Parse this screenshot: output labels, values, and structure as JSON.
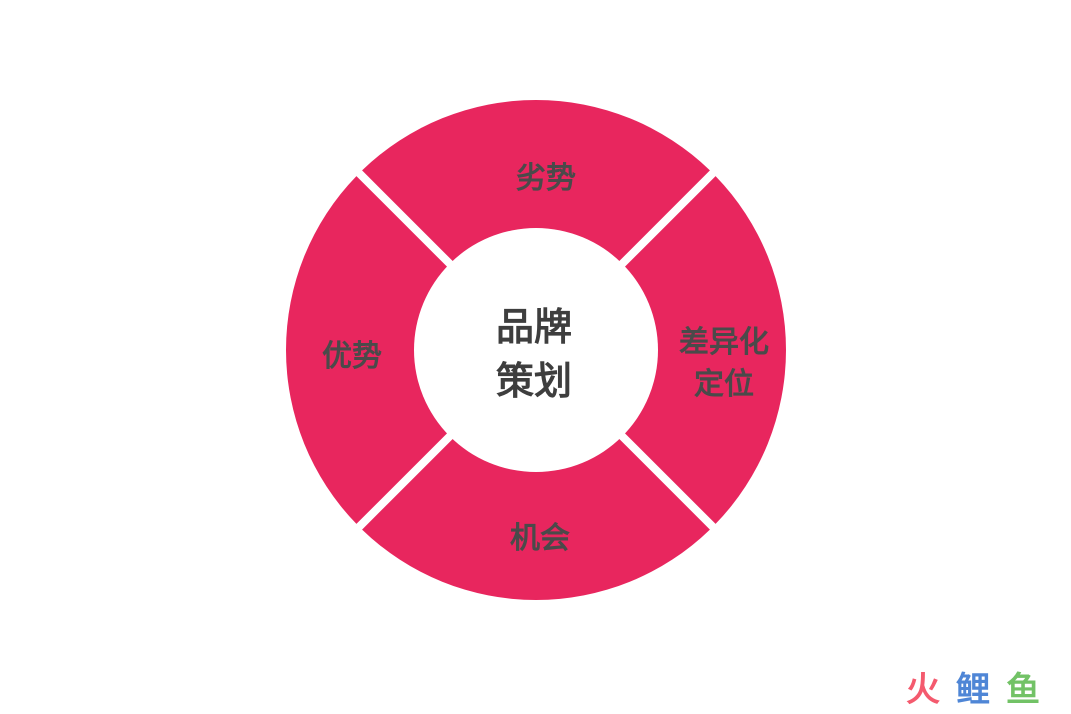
{
  "diagram": {
    "colors": {
      "segment": "#e8265e",
      "center_fill": "#ffffff",
      "label": "#4a4a4a"
    },
    "center": {
      "line1": "品牌",
      "line2": "策划"
    },
    "segments": {
      "top": {
        "label": "劣势"
      },
      "right": {
        "line1": "差异化",
        "line2": "定位"
      },
      "bottom": {
        "label": "机会"
      },
      "left": {
        "label": "优势"
      }
    }
  },
  "watermark": {
    "text": "火鲤鱼",
    "colors": [
      "#f45a6e",
      "#4f86d6",
      "#72c266"
    ]
  }
}
